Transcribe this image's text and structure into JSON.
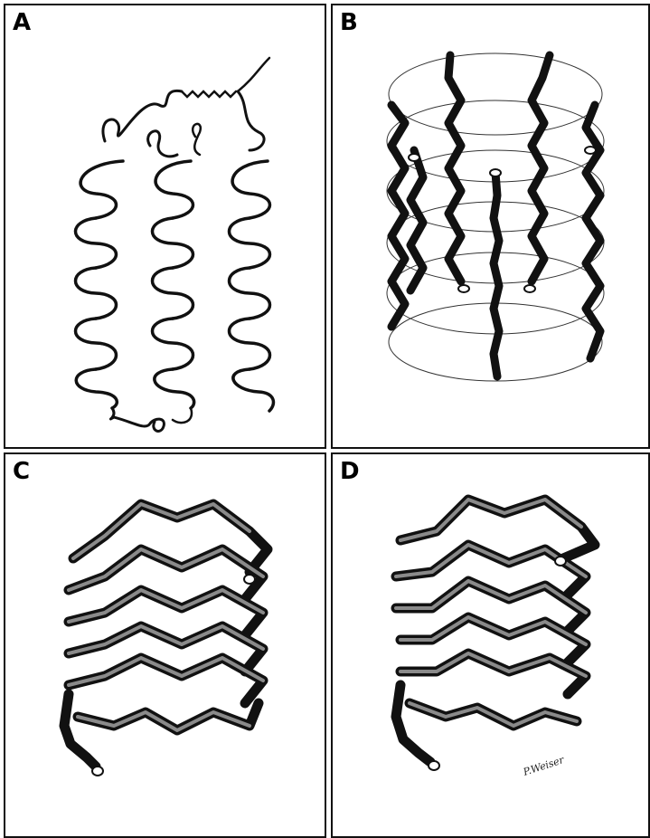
{
  "panels": [
    {
      "label": "A",
      "content": "helix-bundle"
    },
    {
      "label": "B",
      "content": "zigzag-strands-in-cylinder"
    },
    {
      "label": "C",
      "content": "beta-helix-tube-open"
    },
    {
      "label": "D",
      "content": "beta-helix-tube-closed"
    }
  ],
  "signature": "P.Weiser",
  "colors": {
    "ink": "#111111",
    "shade": "#8a8a8a",
    "paper": "#ffffff"
  }
}
